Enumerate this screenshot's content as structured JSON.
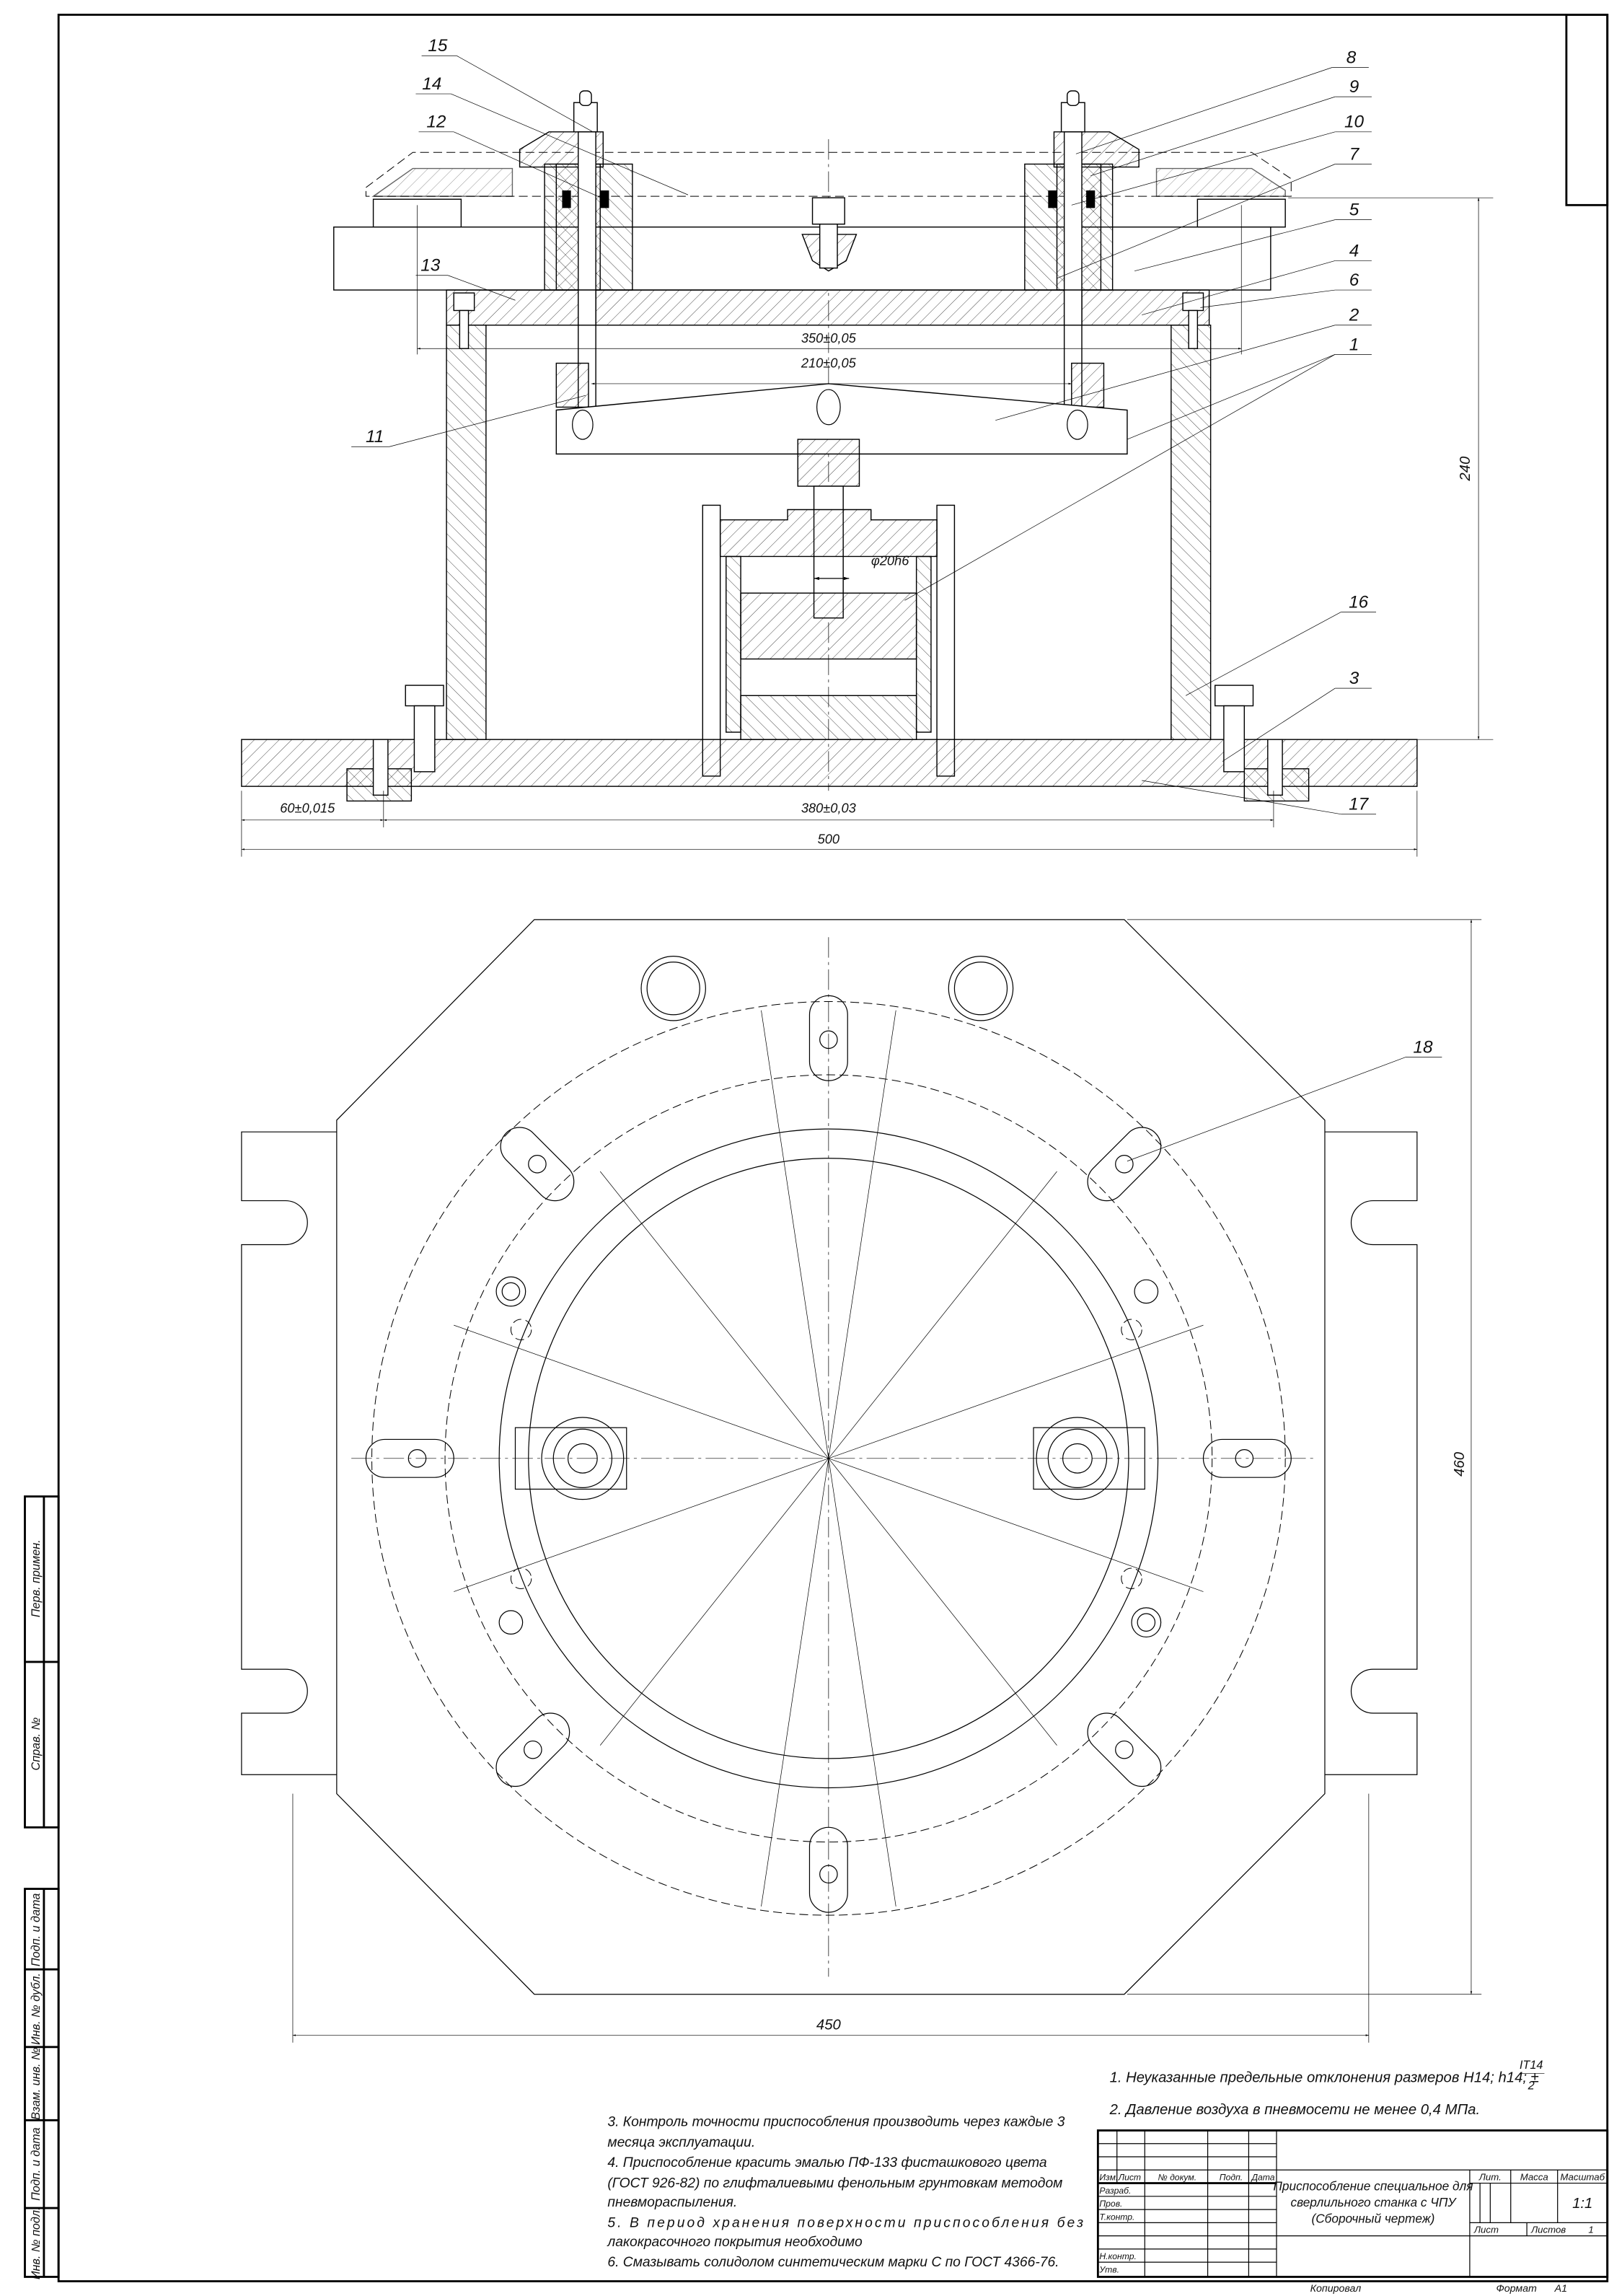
{
  "callouts": {
    "p1": "1",
    "p2": "2",
    "p3": "3",
    "p4": "4",
    "p5": "5",
    "p6": "6",
    "p7": "7",
    "p8": "8",
    "p9": "9",
    "p10": "10",
    "p11": "11",
    "p12": "12",
    "p13": "13",
    "p14": "14",
    "p15": "15",
    "p16": "16",
    "p17": "17",
    "p18": "18"
  },
  "dimensions": {
    "d350": "350±0,05",
    "d210": "210±0,05",
    "d240": "240",
    "phi20": "φ20h6",
    "d60": "60±0,015",
    "d380": "380±0,03",
    "d500": "500",
    "d450": "450",
    "d460": "460"
  },
  "notes": {
    "n1_text": "1. Неуказанные предельные отклонения размеров H14; h14; ±",
    "n1_num": "IT14",
    "n1_den": "2",
    "n2": "2. Давление воздуха в пневмосети не менее 0,4 МПа.",
    "n3_l1": "3. Контроль точности приспособления производить через каждые 3",
    "n3_l2": "месяца эксплуатации.",
    "n4_l1": "4. Приспособление красить эмалью ПФ-133 фисташкового цвета",
    "n4_l2": "(ГОСТ 926-82) по глифталиевыми фенольным грунтовкам методом",
    "n4_l3": "пневмораспыления.",
    "n5_l1": "5. В период хранения поверхности приспособления без",
    "n5_l2": "лакокрасочного покрытия необходимо",
    "n6": "6. Смазывать солидолом синтетическим марки С по ГОСТ 4366-76."
  },
  "title_block": {
    "name_l1": "Приспособление специальное для",
    "name_l2": "сверлильного станка с ЧПУ",
    "name_l3": "(Сборочный чертеж)",
    "h_izm": "Изм.",
    "h_list": "Лист",
    "h_doc": "№ докум.",
    "h_sign": "Подп.",
    "h_date": "Дата",
    "r_dev": "Разраб.",
    "r_check": "Пров.",
    "r_tcontr": "Т.контр.",
    "r_ncontr": "Н.контр.",
    "r_appr": "Утв.",
    "lit": "Лит.",
    "mass": "Масса",
    "scale_label": "Масштаб",
    "scale": "1:1",
    "sheet": "Лист",
    "sheets": "Листов",
    "sheets_count": "1",
    "copied": "Копировал",
    "format_label": "Формат",
    "format": "A1"
  },
  "side_stamps": {
    "s1": "Перв. примен.",
    "s2": "Справ. №",
    "s3": "Подп. и дата",
    "s4": "Инв. № дубл.",
    "s5": "Взам. инв. №",
    "s6": "Подп. и дата",
    "s7": "Инв. № подл."
  }
}
